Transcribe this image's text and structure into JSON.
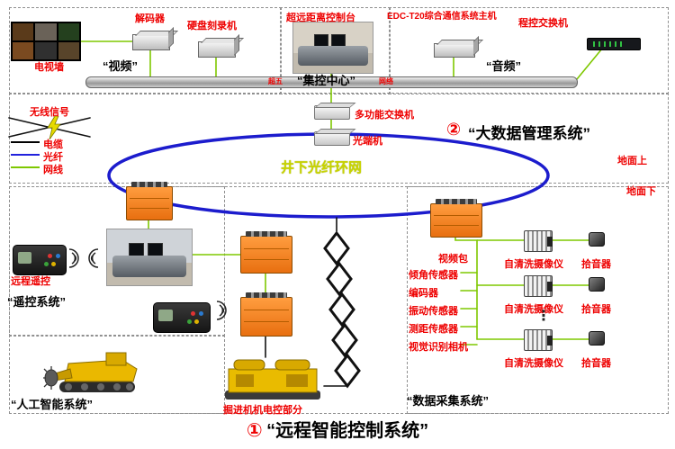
{
  "top": {
    "video": {
      "tvwall_label": "电视墙",
      "decoder_label": "解码器",
      "recorder_label": "硬盘刻录机",
      "section_label": "“视频”"
    },
    "control": {
      "console_label": "超远距离控制台",
      "section_label": "“集控中心”"
    },
    "audio": {
      "host_label": "EDC-T20综合通信系统主机",
      "switch_label": "程控交换机",
      "section_label": "“音频”"
    },
    "bus_tag_left": "超五",
    "bus_tag_right": "网络"
  },
  "middle": {
    "wireless_label": "无线信号",
    "legend": [
      {
        "label": "电缆",
        "color": "#000000"
      },
      {
        "label": "光纤",
        "color": "#2222dd"
      },
      {
        "label": "网线",
        "color": "#7ec800"
      }
    ],
    "multi_switch_label": "多功能交换机",
    "optical_label": "光端机",
    "bigdata_num": "②",
    "bigdata_label": "“大数据管理系统”",
    "ring_label": "井下光纤环网",
    "above_ground": "地面上",
    "below_ground": "地面下"
  },
  "remote": {
    "remote_label": "远程遥控",
    "section_label": "“遥控系统”"
  },
  "ai": {
    "section_label": "“人工智能系统”",
    "machine_label": "掘进机机电控部分"
  },
  "daq": {
    "videopack_label": "视频包",
    "sensors": [
      "倾角传感器",
      "编码器",
      "振动传感器",
      "测距传感器",
      "视觉识别相机"
    ],
    "camera_labels": [
      "自清洗摄像仪",
      "自清洗摄像仪",
      "自清洗摄像仪"
    ],
    "pickup_labels": [
      "拾音器",
      "拾音器",
      "拾音器"
    ],
    "dots": "⋮",
    "section_label": "“数据采集系统”"
  },
  "footer": {
    "num": "①",
    "title": "“远程智能控制系统”"
  }
}
